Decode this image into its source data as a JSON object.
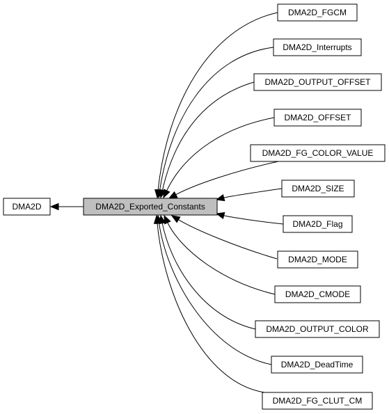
{
  "diagram": {
    "parent": "DMA2D",
    "current": "DMA2D_Exported_Constants",
    "children": [
      "DMA2D_FGCM",
      "DMA2D_Interrupts",
      "DMA2D_OUTPUT_OFFSET",
      "DMA2D_OFFSET",
      "DMA2D_FG_COLOR_VALUE",
      "DMA2D_SIZE",
      "DMA2D_Flag",
      "DMA2D_MODE",
      "DMA2D_CMODE",
      "DMA2D_OUTPUT_COLOR",
      "DMA2D_DeadTime",
      "DMA2D_FG_CLUT_CM"
    ]
  }
}
